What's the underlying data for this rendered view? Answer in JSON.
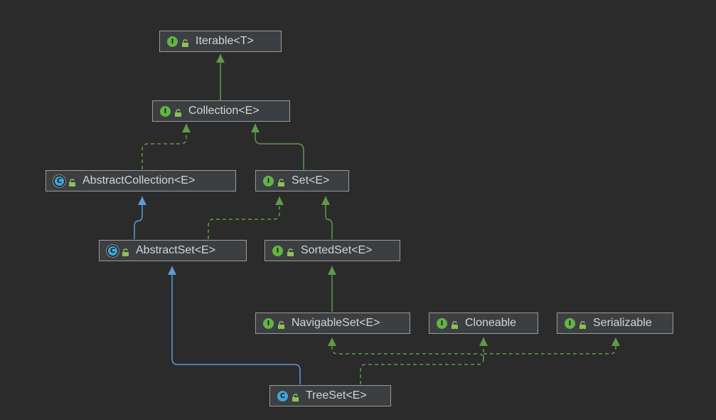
{
  "diagram": {
    "nodes": {
      "iterable": {
        "kind": "I",
        "name": "Iterable<T>"
      },
      "collection": {
        "kind": "I",
        "name": "Collection<E>"
      },
      "abstractCollection": {
        "kind": "C",
        "name": "AbstractCollection<E>"
      },
      "set": {
        "kind": "I",
        "name": "Set<E>"
      },
      "abstractSet": {
        "kind": "C",
        "name": "AbstractSet<E>"
      },
      "sortedSet": {
        "kind": "I",
        "name": "SortedSet<E>"
      },
      "navigableSet": {
        "kind": "I",
        "name": "NavigableSet<E>"
      },
      "cloneable": {
        "kind": "I",
        "name": "Cloneable"
      },
      "serializable": {
        "kind": "I",
        "name": "Serializable"
      },
      "treeSet": {
        "kind": "C",
        "name": "TreeSet<E>"
      }
    },
    "colors": {
      "background": "#2b2b2b",
      "extends_interface": "#5f9a4b",
      "implements": "#5f9a4b",
      "extends_class": "#5b9bd5",
      "interface_badge": "#62b543",
      "class_badge": "#40a7d8"
    }
  }
}
